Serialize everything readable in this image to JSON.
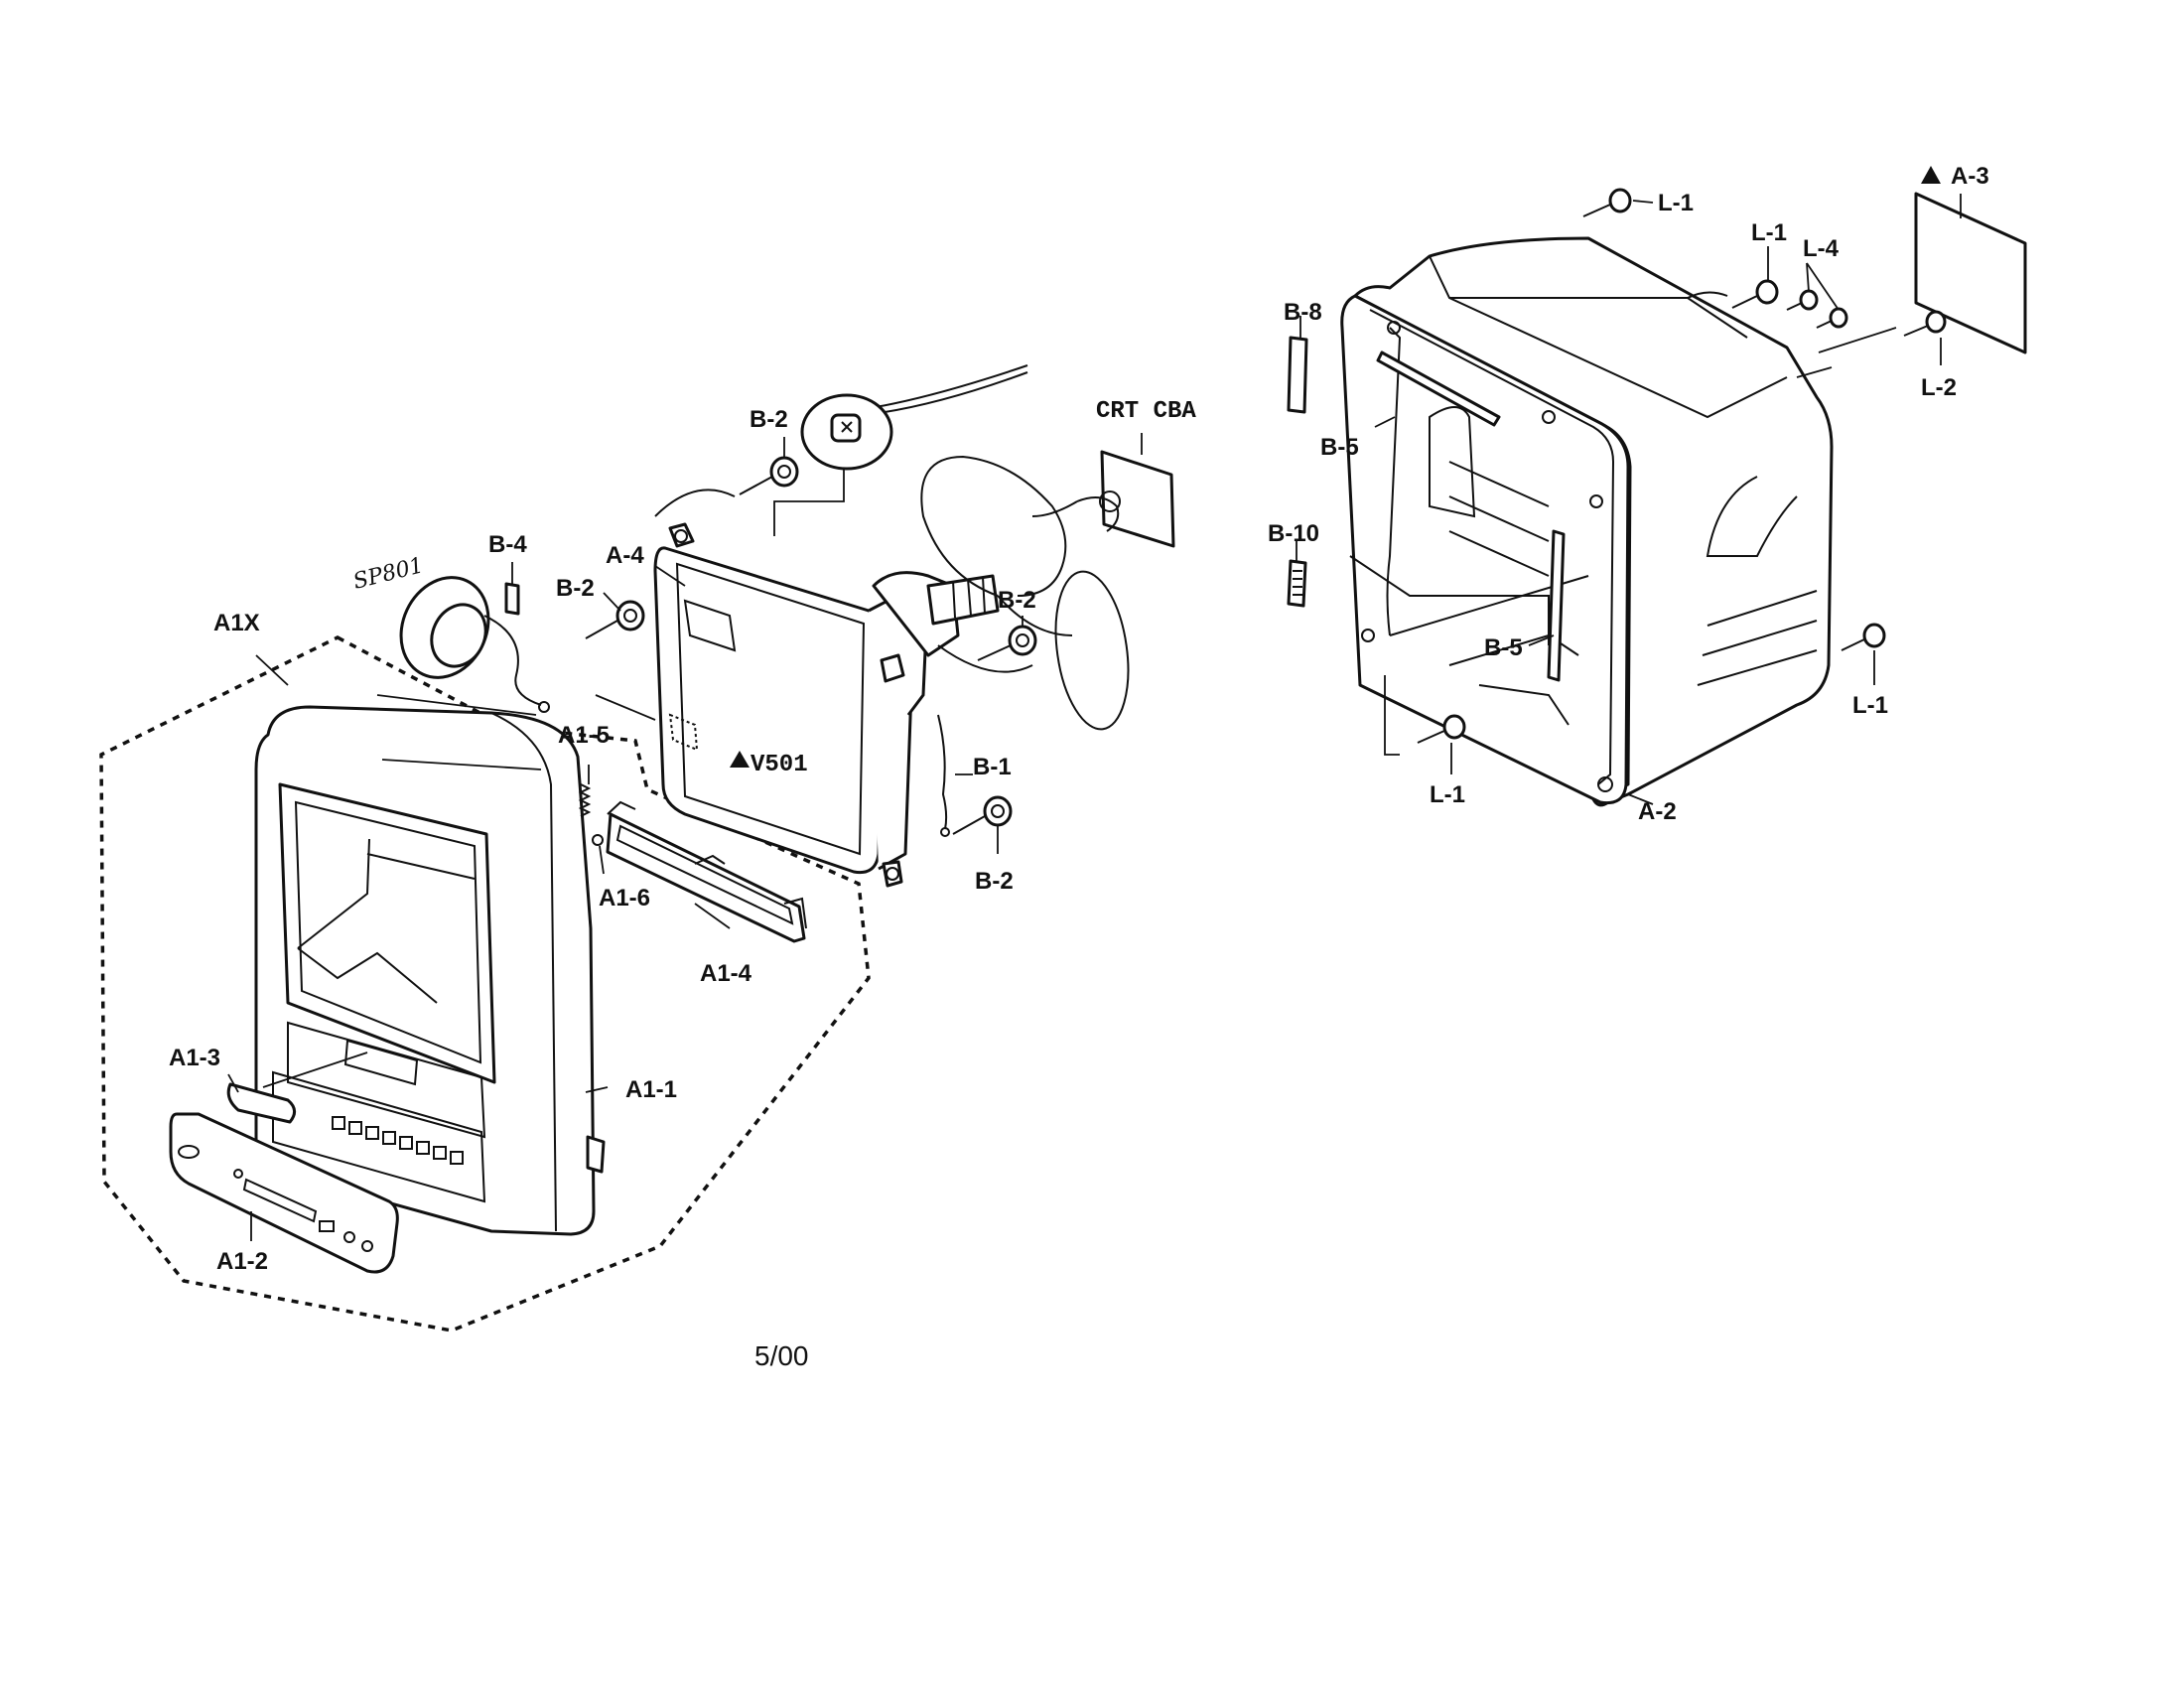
{
  "labels": {
    "a1x": "A1X",
    "sp801": "SP801",
    "b4": "B-4",
    "b2_top": "B-2",
    "b2_left": "B-2",
    "b2_mid": "B-2",
    "b2_bottom": "B-2",
    "a4": "A-4",
    "a1_5": "A1-5",
    "a1_6": "A1-6",
    "a1_4": "A1-4",
    "a1_3": "A1-3",
    "a1_1": "A1-1",
    "a1_2": "A1-2",
    "v501": "V501",
    "b1": "B-1",
    "crt_cba": "CRT CBA",
    "b8": "B-8",
    "b5_top": "B-5",
    "b10": "B-10",
    "b5_mid": "B-5",
    "l1_top": "L-1",
    "l1_second": "L-1",
    "l4": "L-4",
    "a3": "A-3",
    "l2": "L-2",
    "l1_right": "L-1",
    "l1_bottom": "L-1",
    "a2": "A-2"
  },
  "footer": {
    "date": "5/00"
  }
}
